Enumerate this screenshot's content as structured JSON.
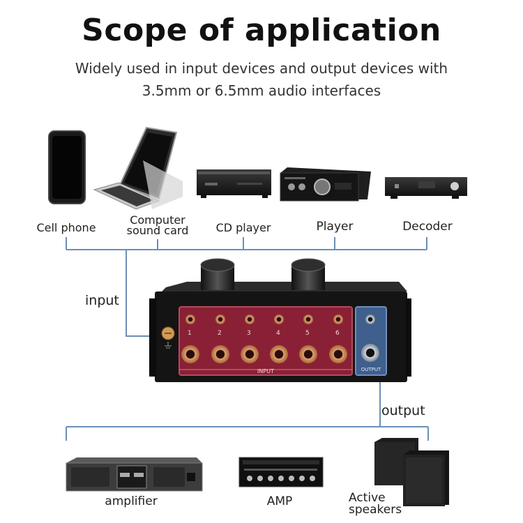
{
  "title": "Scope of application",
  "subtitle_line1": "Widely used in input devices and output devices with",
  "subtitle_line2": "3.5mm or 6.5mm audio interfaces",
  "inputs": {
    "cell_phone": "Cell phone",
    "computer_line1": "Computer",
    "computer_line2": "sound card",
    "cd_player": "CD player",
    "player": "Player",
    "decoder": "Decoder"
  },
  "input_label": "input",
  "output_label": "output",
  "device": {
    "channels": [
      "1",
      "2",
      "3",
      "4",
      "5",
      "6"
    ],
    "input_panel": "INPUT",
    "output_panel": "OUTPUT"
  },
  "outputs": {
    "amplifier": "amplifier",
    "amp": "AMP",
    "speakers_line1": "Active",
    "speakers_line2": "speakers"
  },
  "colors": {
    "line": "#6a8fb8",
    "input_panel": "#8a2036",
    "output_panel": "#3f5f8c",
    "jack_gold": "#c88858"
  }
}
